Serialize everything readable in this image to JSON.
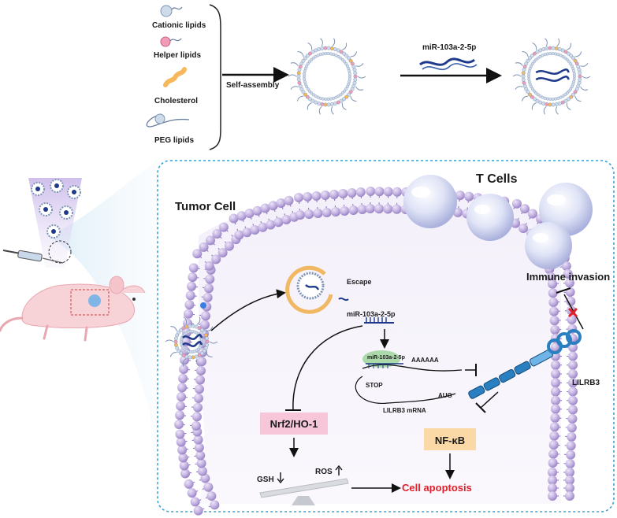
{
  "legend": {
    "cationic": "Cationic lipids",
    "helper": "Helper lipids",
    "cholesterol": "Cholesterol",
    "peg": "PEG lipids"
  },
  "top": {
    "self_assembly": "Self-assembly",
    "mirna": "miR-103a-2-5p"
  },
  "panel": {
    "t_cells": "T Cells",
    "tumor_cell": "Tumor Cell",
    "escape": "Escape",
    "mirna": "miR-103a-2-5p",
    "mirna_on_mrna": "miR-103a-2-5p",
    "polya": "AAAAAA",
    "stop": "STOP",
    "aug": "AUG",
    "mrna": "LILRB3 mRNA",
    "nrf2": "Nrf2/HO-1",
    "gsh": "GSH",
    "ros": "ROS",
    "nfkb": "NF-κB",
    "apoptosis": "Cell apoptosis",
    "immune": "Immune invasion",
    "lilrb3": "LILRB3"
  },
  "colors": {
    "membrane": "#b9a7d8",
    "membrane_dark": "#8f79bf",
    "dashed_border": "#3aa0d0",
    "nrf2_box": "#f7c6d9",
    "nfkb_box": "#fbd9a6",
    "apoptosis_text": "#e0202a",
    "receptor": "#2a7fc0",
    "rna": "#1f3a8a"
  }
}
